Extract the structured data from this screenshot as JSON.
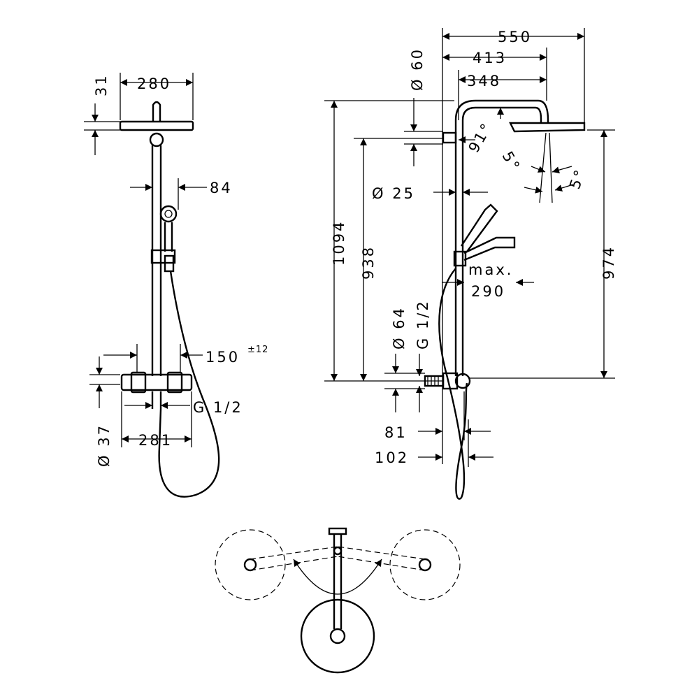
{
  "front_view": {
    "dim_head_height": "31",
    "dim_head_width": "280",
    "dim_bar_offset": "84",
    "dim_hose_reach": "150",
    "dim_hose_tolerance": "±12",
    "dim_thermostat_dia": "Ø 37",
    "dim_connection": "G 1/2",
    "dim_thermostat_width": "281"
  },
  "side_view": {
    "dim_total_projection": "550",
    "dim_arm_projection": "413",
    "dim_arm_length": "348",
    "dim_arm_dia": "Ø 60",
    "dim_tilt_angle": "91°",
    "dim_spray_angle_1": "5°",
    "dim_spray_angle_2": "5°",
    "dim_pipe_dia": "Ø 25",
    "dim_total_height": "1094",
    "dim_bracket_height": "938",
    "dim_head_height": "974",
    "dim_max_label": "max.",
    "dim_max_value": "290",
    "dim_rosette_dia": "Ø 64",
    "dim_inlet": "G 1/2",
    "dim_wall_81": "81",
    "dim_wall_102": "102"
  }
}
